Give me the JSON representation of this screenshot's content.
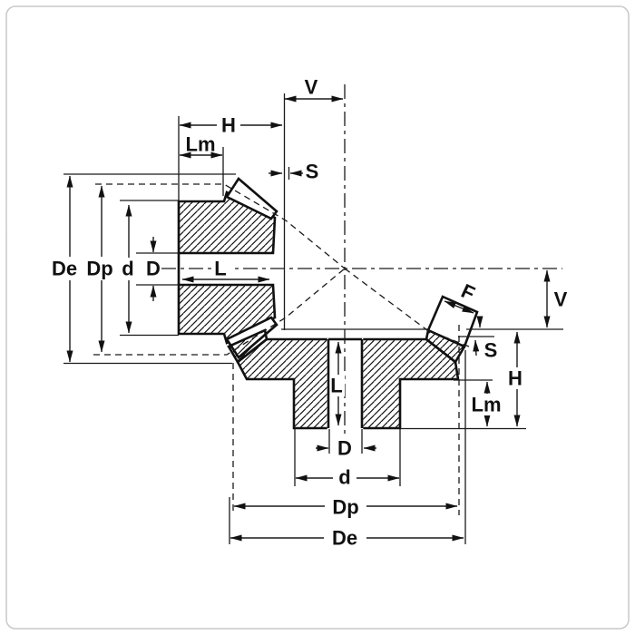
{
  "figure": {
    "kind": "technical-line-drawing",
    "subject": "Bevel gear pair (miter gears) cross-section with dimension callouts",
    "colors": {
      "line": "#111111",
      "background": "#ffffff",
      "frame": "#c9c9c9",
      "hatch": "#111111"
    },
    "labels": {
      "top": {
        "v": "V",
        "h": "H",
        "lm": "Lm",
        "s": "S"
      },
      "left": {
        "de": "De",
        "dp": "Dp",
        "d": "d",
        "bore": "D",
        "hub_length": "L"
      },
      "right": {
        "f": "F",
        "v": "V",
        "s": "S",
        "h": "H",
        "lm": "Lm"
      },
      "bottom": {
        "hub_length": "L",
        "bore": "D",
        "d": "d",
        "dp": "Dp",
        "de": "De"
      }
    }
  }
}
